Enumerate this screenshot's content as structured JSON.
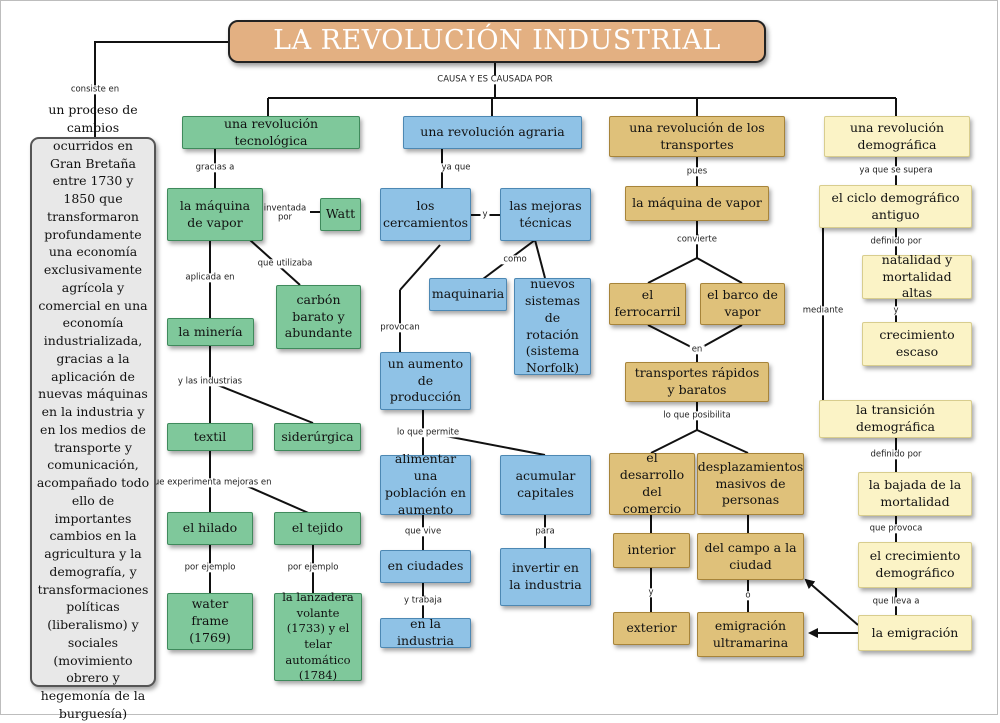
{
  "title": "LA REVOLUCIÓN INDUSTRIAL",
  "labels": {
    "causa": "CAUSA Y ES CAUSADA POR",
    "consiste": "consiste en",
    "gracias_a": "gracias a",
    "inventada_por": "inventada por",
    "aplicada_en": "aplicada en",
    "que_utilizaba": "que utilizaba",
    "y_las_industrias": "y las industrias",
    "que_experimenta": "que experimenta mejoras en",
    "por_ejemplo_1": "por ejemplo",
    "por_ejemplo_2": "por ejemplo",
    "ya_que": "ya que",
    "y": "y",
    "como": "como",
    "provocan": "provocan",
    "lo_que_permite": "lo que permite",
    "que_vive": "que vive",
    "y_trabaja": "y trabaja",
    "para": "para",
    "pues": "pues",
    "convierte": "convierte",
    "en": "en",
    "lo_que_posibilita": "lo que posibilita",
    "y2": "y",
    "o": "o",
    "ya_que_se_supera": "ya que se supera",
    "definido_por_1": "definido por",
    "y3": "y",
    "mediante": "mediante",
    "definido_por_2": "definido por",
    "que_provoca": "que provoca",
    "que_lleva_a": "que lleva a"
  },
  "nodes": {
    "proceso": "un proceso de cambios ocurridos en Gran Bretaña entre 1730 y 1850 que transformaron profundamente una economía exclusivamente agrícola y comercial en una economía industrializada, gracias a la aplicación de nuevas máquinas en la industria y en los medios de transporte y comunicación, acompañado todo ello de importantes cambios en la agricultura y la demografía, y transformaciones políticas (liberalismo) y sociales (movimiento obrero y hegemonía de la burguesía)",
    "rev_tec": "una revolución tecnológica",
    "maquina_vapor_1": "la máquina de vapor",
    "watt": "Watt",
    "carbon": "carbón barato y abundante",
    "mineria": "la minería",
    "textil": "textil",
    "siderurgica": "siderúrgica",
    "hilado": "el hilado",
    "tejido": "el tejido",
    "water_frame": "water frame (1769)",
    "lanzadera": "la lanzadera volante (1733) y el telar automático (1784)",
    "rev_agr": "una revolución agraria",
    "cercamientos": "los cercamientos",
    "mejoras": "las mejoras técnicas",
    "maquinaria": "maquinaria",
    "rotacion": "nuevos sistemas de rotación (sistema Norfolk)",
    "aumento": "un aumento de producción",
    "alimentar": "alimentar una población en aumento",
    "acumular": "acumular capitales",
    "ciudades": "en ciudades",
    "industria": "en la industria",
    "invertir": "invertir en la industria",
    "rev_trans": "una revolución de los transportes",
    "maquina_vapor_2": "la máquina de vapor",
    "ferrocarril": "el ferrocarril",
    "barco": "el barco de vapor",
    "transportes": "transportes rápidos y baratos",
    "comercio": "el desarrollo del comercio",
    "desplaz": "desplazamientos masivos de personas",
    "interior": "interior",
    "exterior": "exterior",
    "campo": "del campo a la ciudad",
    "emig_ultra": "emigración ultramarina",
    "rev_dem": "una revolución demográfica",
    "ciclo": "el ciclo demográfico antiguo",
    "natalidad": "natalidad y mortalidad altas",
    "crecimiento_escaso": "crecimiento escaso",
    "transicion": "la transición demográfica",
    "bajada": "la bajada de la mortalidad",
    "crecimiento_dem": "el crecimiento demográfico",
    "emigracion": "la emigración"
  }
}
